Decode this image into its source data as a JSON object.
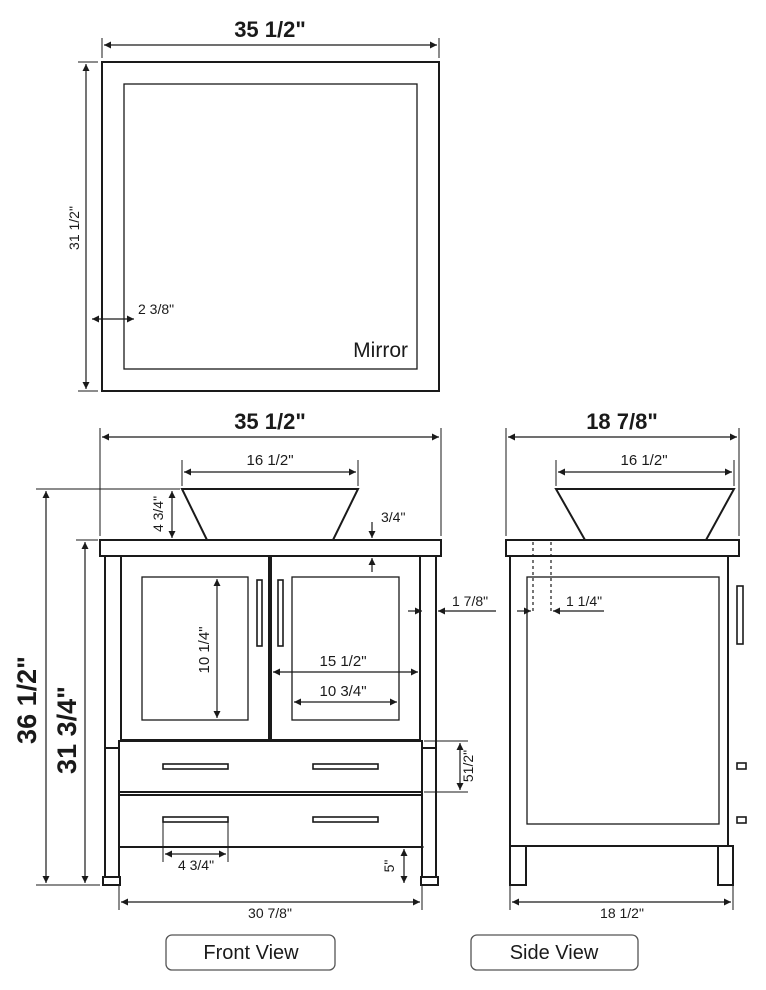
{
  "mirror": {
    "width": "35 1/2\"",
    "height": "31 1/2\"",
    "frame_width": "2 3/8\"",
    "label": "Mirror"
  },
  "front_view": {
    "overall_width": "35 1/2\"",
    "sink_width": "16 1/2\"",
    "sink_height": "4 3/4\"",
    "top_thickness": "3/4\"",
    "door_opening_height": "10 1/4\"",
    "overhang": "1 7/8\"",
    "inner_width": "15 1/2\"",
    "door_opening_width": "10 3/4\"",
    "total_height": "36 1/2\"",
    "cabinet_height": "31 3/4\"",
    "drawer_height": "51/2\"",
    "leg_height": "5\"",
    "drawer_handle_width": "4 3/4\"",
    "base_width": "30 7/8\"",
    "label": "Front View"
  },
  "side_view": {
    "overall_depth": "18 7/8\"",
    "sink_width": "16 1/2\"",
    "back_offset": "1 1/4\"",
    "base_depth": "18 1/2\"",
    "label": "Side View"
  }
}
